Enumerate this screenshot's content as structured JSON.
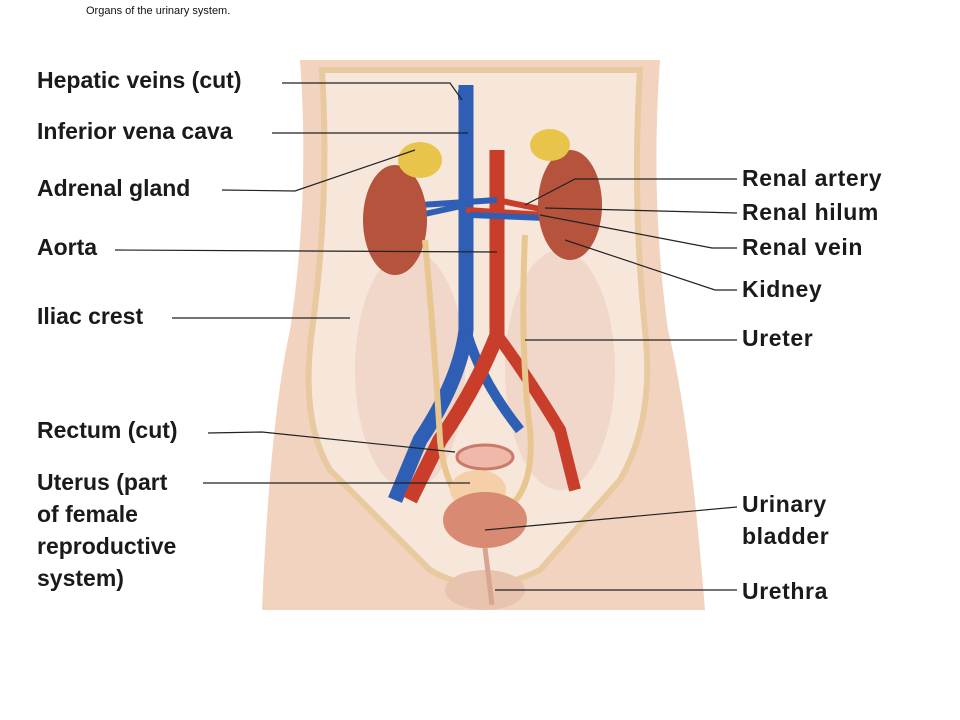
{
  "caption": "Organs of the urinary system.",
  "labels_left": {
    "hepatic_veins": "Hepatic veins (cut)",
    "inferior_vena_cava": "Inferior vena cava",
    "adrenal_gland": "Adrenal gland",
    "aorta": "Aorta",
    "iliac_crest": "Iliac crest",
    "rectum": "Rectum (cut)",
    "uterus_1": "Uterus (part",
    "uterus_2": "of female",
    "uterus_3": "reproductive",
    "uterus_4": "system)"
  },
  "labels_right": {
    "renal_artery": "Renal artery",
    "renal_hilum": "Renal hilum",
    "renal_vein": "Renal vein",
    "kidney": "Kidney",
    "ureter": "Ureter",
    "bladder_1": "Urinary",
    "bladder_2": "bladder",
    "urethra": "Urethra"
  },
  "colors": {
    "skin": "#f2d3bf",
    "cavity": "#f6e3d6",
    "vein": "#2f5fb4",
    "artery": "#c93e2a",
    "kidney": "#b5533c",
    "ureter": "#e8c690",
    "muscle": "#e9b5a4"
  }
}
